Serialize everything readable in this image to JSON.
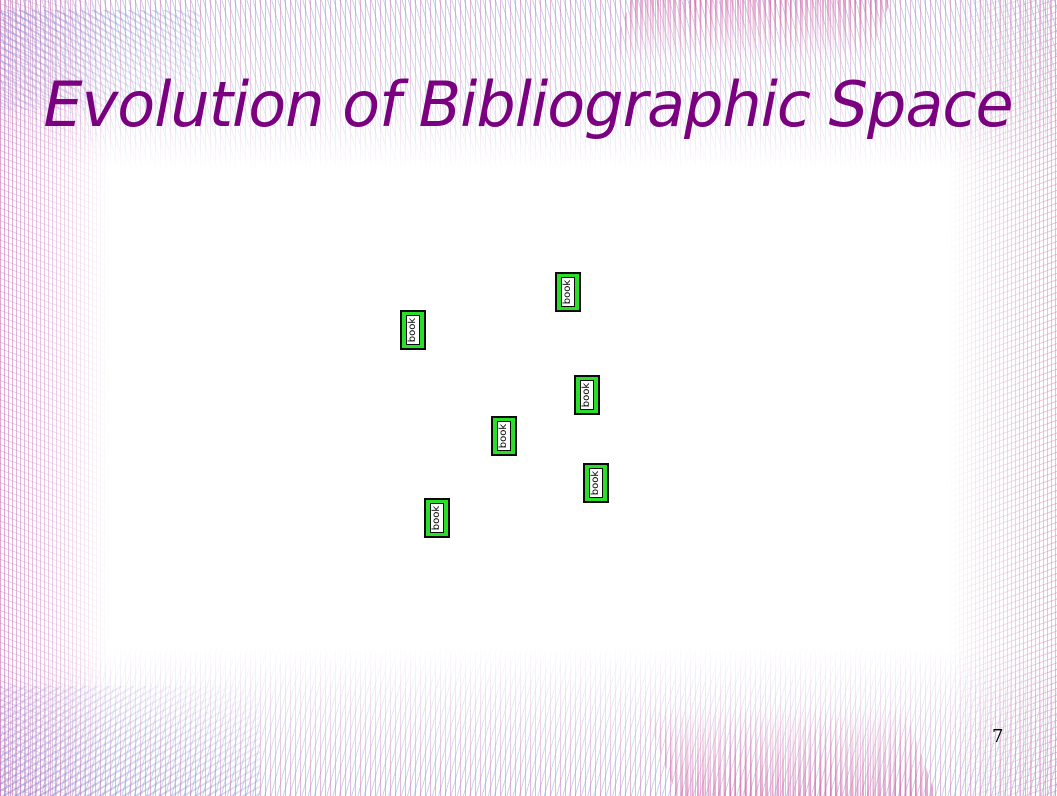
{
  "slide": {
    "title": "Evolution of Bibliographic Space",
    "page_number": "7",
    "colors": {
      "title": "#7a0080",
      "book_fill": "#2adf2a",
      "book_border": "#0a0a0a"
    },
    "books": [
      {
        "label": "book"
      },
      {
        "label": "book"
      },
      {
        "label": "book"
      },
      {
        "label": "book"
      },
      {
        "label": "book"
      },
      {
        "label": "book"
      }
    ]
  }
}
